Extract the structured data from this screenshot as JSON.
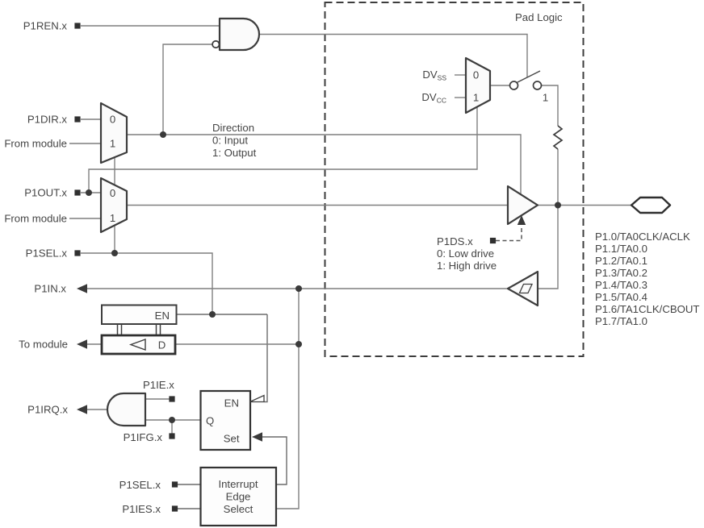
{
  "pad_logic_label": "Pad Logic",
  "labels": {
    "p1ren": "P1REN.x",
    "p1dir": "P1DIR.x",
    "from_module": "From module",
    "p1out": "P1OUT.x",
    "p1sel": "P1SEL.x",
    "p1in": "P1IN.x",
    "to_module": "To module",
    "p1irq": "P1IRQ.x",
    "p1ie": "P1IE.x",
    "p1ifg": "P1IFG.x",
    "p1ies": "P1IES.x",
    "p1ds": "P1DS.x"
  },
  "mux": {
    "zero": "0",
    "one": "1"
  },
  "direction_note": {
    "title": "Direction",
    "input": "0: Input",
    "output": "1: Output"
  },
  "drive_note": {
    "low": "0: Low drive",
    "high": "1: High drive"
  },
  "power": {
    "dv": "DV",
    "ss": "SS",
    "cc": "CC"
  },
  "switch": {
    "closed_label": "1"
  },
  "latch": {
    "en": "EN",
    "d": "D"
  },
  "flag": {
    "en": "EN",
    "q": "Q",
    "set": "Set"
  },
  "edge_select": {
    "line1": "Interrupt",
    "line2": "Edge",
    "line3": "Select"
  },
  "pins": [
    "P1.0/TA0CLK/ACLK",
    "P1.1/TA0.0",
    "P1.2/TA0.1",
    "P1.3/TA0.2",
    "P1.4/TA0.3",
    "P1.5/TA0.4",
    "P1.6/TA1CLK/CBOUT",
    "P1.7/TA1.0"
  ],
  "colors": {
    "wire": "#7F7F7F",
    "shape": "#3D3D3D",
    "text": "#454545"
  }
}
